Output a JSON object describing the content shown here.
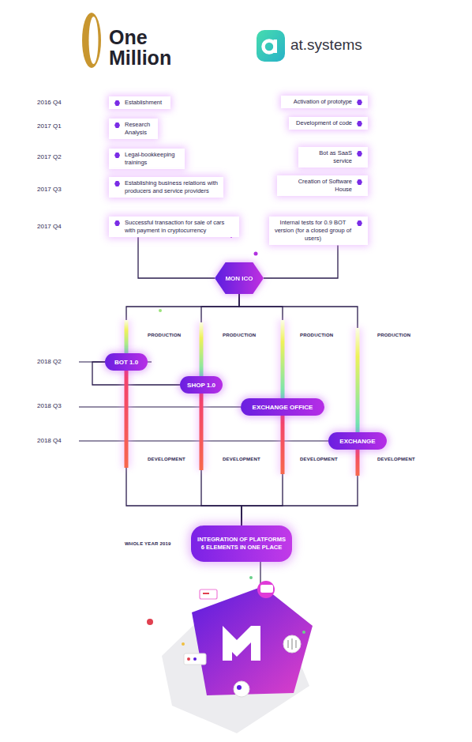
{
  "diagram": {
    "nodes": [
      {
        "text": [
          "Establishment"
        ]
      },
      {
        "text": [
          "Activation of prototype"
        ]
      },
      {
        "text": [
          "Research Analysis"
        ]
      },
      {
        "text": [
          "Development of code"
        ]
      },
      {
        "text": [
          "Legal-bookkeeping trainings"
        ]
      },
      {
        "text": [
          "Bot as SaaS service"
        ]
      },
      {
        "text": [
          "Establishing business relations with producers and service providers"
        ]
      },
      {
        "text": [
          "Creation of Software House"
        ]
      },
      {
        "text": [
          "Successful transaction for sale of cars with payment in cryptocurrency"
        ]
      },
      {
        "text": [
          "Internal tests for 0.9 BOT version (for a closed group of users)"
        ]
      },
      {
        "text": [
          "MON ICO"
        ]
      },
      {
        "text": [
          "BOT 1.0"
        ]
      },
      {
        "text": [
          "SHOP 1.0"
        ]
      },
      {
        "text": [
          "EXCHANGE OFFICE"
        ]
      },
      {
        "text": [
          "EXCHANGE"
        ]
      },
      {
        "text": [
          "INTEGRATION OF PLATFORMS 6 ELEMENTS IN ONE PLACE"
        ]
      }
    ],
    "edges": [
      {
        "from": 8,
        "to": 10,
        "arrow": "none"
      },
      {
        "from": 9,
        "to": 10,
        "arrow": "none"
      },
      {
        "from": 10,
        "to": 11,
        "arrow": "none"
      },
      {
        "from": 10,
        "to": 12,
        "arrow": "none"
      },
      {
        "from": 10,
        "to": 13,
        "arrow": "none"
      },
      {
        "from": 10,
        "to": 14,
        "arrow": "none"
      },
      {
        "from": 11,
        "to": 12,
        "arrow": "none"
      },
      {
        "from": 11,
        "to": 15,
        "arrow": "none"
      },
      {
        "from": 12,
        "to": 15,
        "arrow": "none"
      },
      {
        "from": 13,
        "to": 15,
        "arrow": "none"
      },
      {
        "from": 14,
        "to": 15,
        "arrow": "none"
      }
    ],
    "labels": [
      "One Million",
      "at.systems",
      "2016 Q4",
      "2017 Q1",
      "2017 Q2",
      "2017 Q3",
      "2017 Q4",
      "PRODUCTION",
      "PRODUCTION",
      "PRODUCTION",
      "PRODUCTION",
      "2018 Q2",
      "2018 Q3",
      "2018 Q4",
      "DEVELOPMENT",
      "DEVELOPMENT",
      "DEVELOPMENT",
      "DEVELOPMENT",
      "WHOLE YEAR 2019"
    ]
  }
}
